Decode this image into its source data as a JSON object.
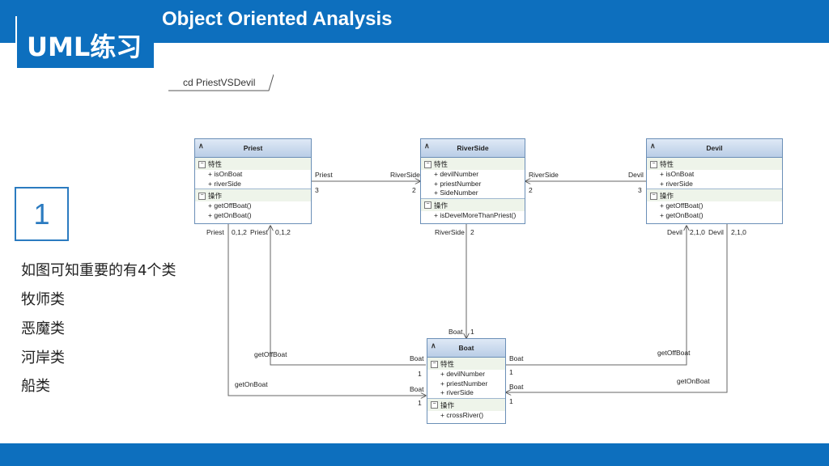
{
  "header": {
    "title": "Object Oriented Analysis",
    "badge": "UML练习"
  },
  "slide": {
    "number": "1",
    "notes": [
      "如图可知重要的有4个类",
      "牧师类",
      "恶魔类",
      "河岸类",
      "船类"
    ]
  },
  "diagram": {
    "frame_label": "cd PriestVSDevil",
    "section_attributes": "特性",
    "section_operations": "操作",
    "classes": {
      "priest": {
        "name": "Priest",
        "attributes": [
          "+ isOnBoat",
          "+ riverSide"
        ],
        "operations": [
          "+ getOffBoat()",
          "+ getOnBoat()"
        ]
      },
      "riverside": {
        "name": "RiverSide",
        "attributes": [
          "+ devilNumber",
          "+ priestNumber",
          "+ SideNumber"
        ],
        "operations": [
          "+ isDevelMoreThanPriest()"
        ]
      },
      "devil": {
        "name": "Devil",
        "attributes": [
          "+ isOnBoat",
          "+ riverSide"
        ],
        "operations": [
          "+ getOffBoat()",
          "+ getOnBoat()"
        ]
      },
      "boat": {
        "name": "Boat",
        "attributes": [
          "+ devilNumber",
          "+ priestNumber",
          "+ riverSide"
        ],
        "operations": [
          "+ crossRiver()"
        ]
      }
    },
    "edge_labels": {
      "priest_riverside_role_a": "Priest",
      "priest_riverside_mult_a": "3",
      "priest_riverside_role_b": "RiverSide",
      "priest_riverside_mult_b": "2",
      "devil_riverside_role_a": "RiverSide",
      "devil_riverside_mult_a": "2",
      "devil_riverside_role_b": "Devil",
      "devil_riverside_mult_b": "3",
      "priest_bottom_role_1": "Priest",
      "priest_bottom_mult_1": "0,1,2",
      "priest_bottom_role_2": "Priest",
      "priest_bottom_mult_2": "0,1,2",
      "riverside_bottom_role": "RiverSide",
      "riverside_bottom_mult": "2",
      "devil_bottom_role_1": "Devil",
      "devil_bottom_mult_1": "2,1,0",
      "devil_bottom_role_2": "Devil",
      "devil_bottom_mult_2": "2,1,0",
      "boat_top_role": "Boat",
      "boat_top_mult": "1",
      "get_off_boat_left": "getOffBoat",
      "get_on_boat_left": "getOnBoat",
      "boat_left_role_1": "Boat",
      "boat_left_mult_1": "1",
      "boat_left_role_2": "Boat",
      "boat_left_mult_2": "1",
      "boat_right_role_1": "Boat",
      "boat_right_mult_1": "1",
      "boat_right_role_2": "Boat",
      "boat_right_mult_2": "1",
      "get_off_boat_right": "getOffBoat",
      "get_on_boat_right": "getOnBoat"
    }
  }
}
